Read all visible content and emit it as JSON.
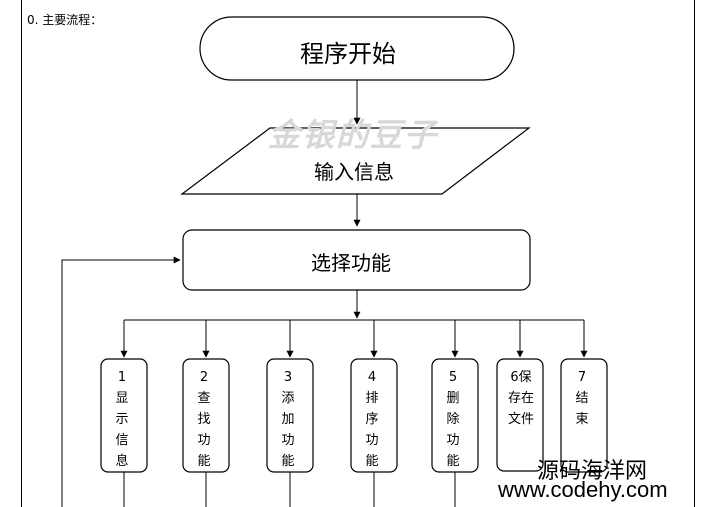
{
  "heading": "0. 主要流程：",
  "watermark": "金银的豆子",
  "nodes": {
    "start": "程序开始",
    "input": "输入信息",
    "select": "选择功能"
  },
  "branches": [
    {
      "label": "1显示信息"
    },
    {
      "label": "2查找功能"
    },
    {
      "label": "3添加功能"
    },
    {
      "label": "4排序功能"
    },
    {
      "label": "5删除功能"
    },
    {
      "label": "6保存在文件"
    },
    {
      "label": "7结束"
    }
  ],
  "site": {
    "name": "源码海洋网",
    "url": "www.codehy.com"
  }
}
